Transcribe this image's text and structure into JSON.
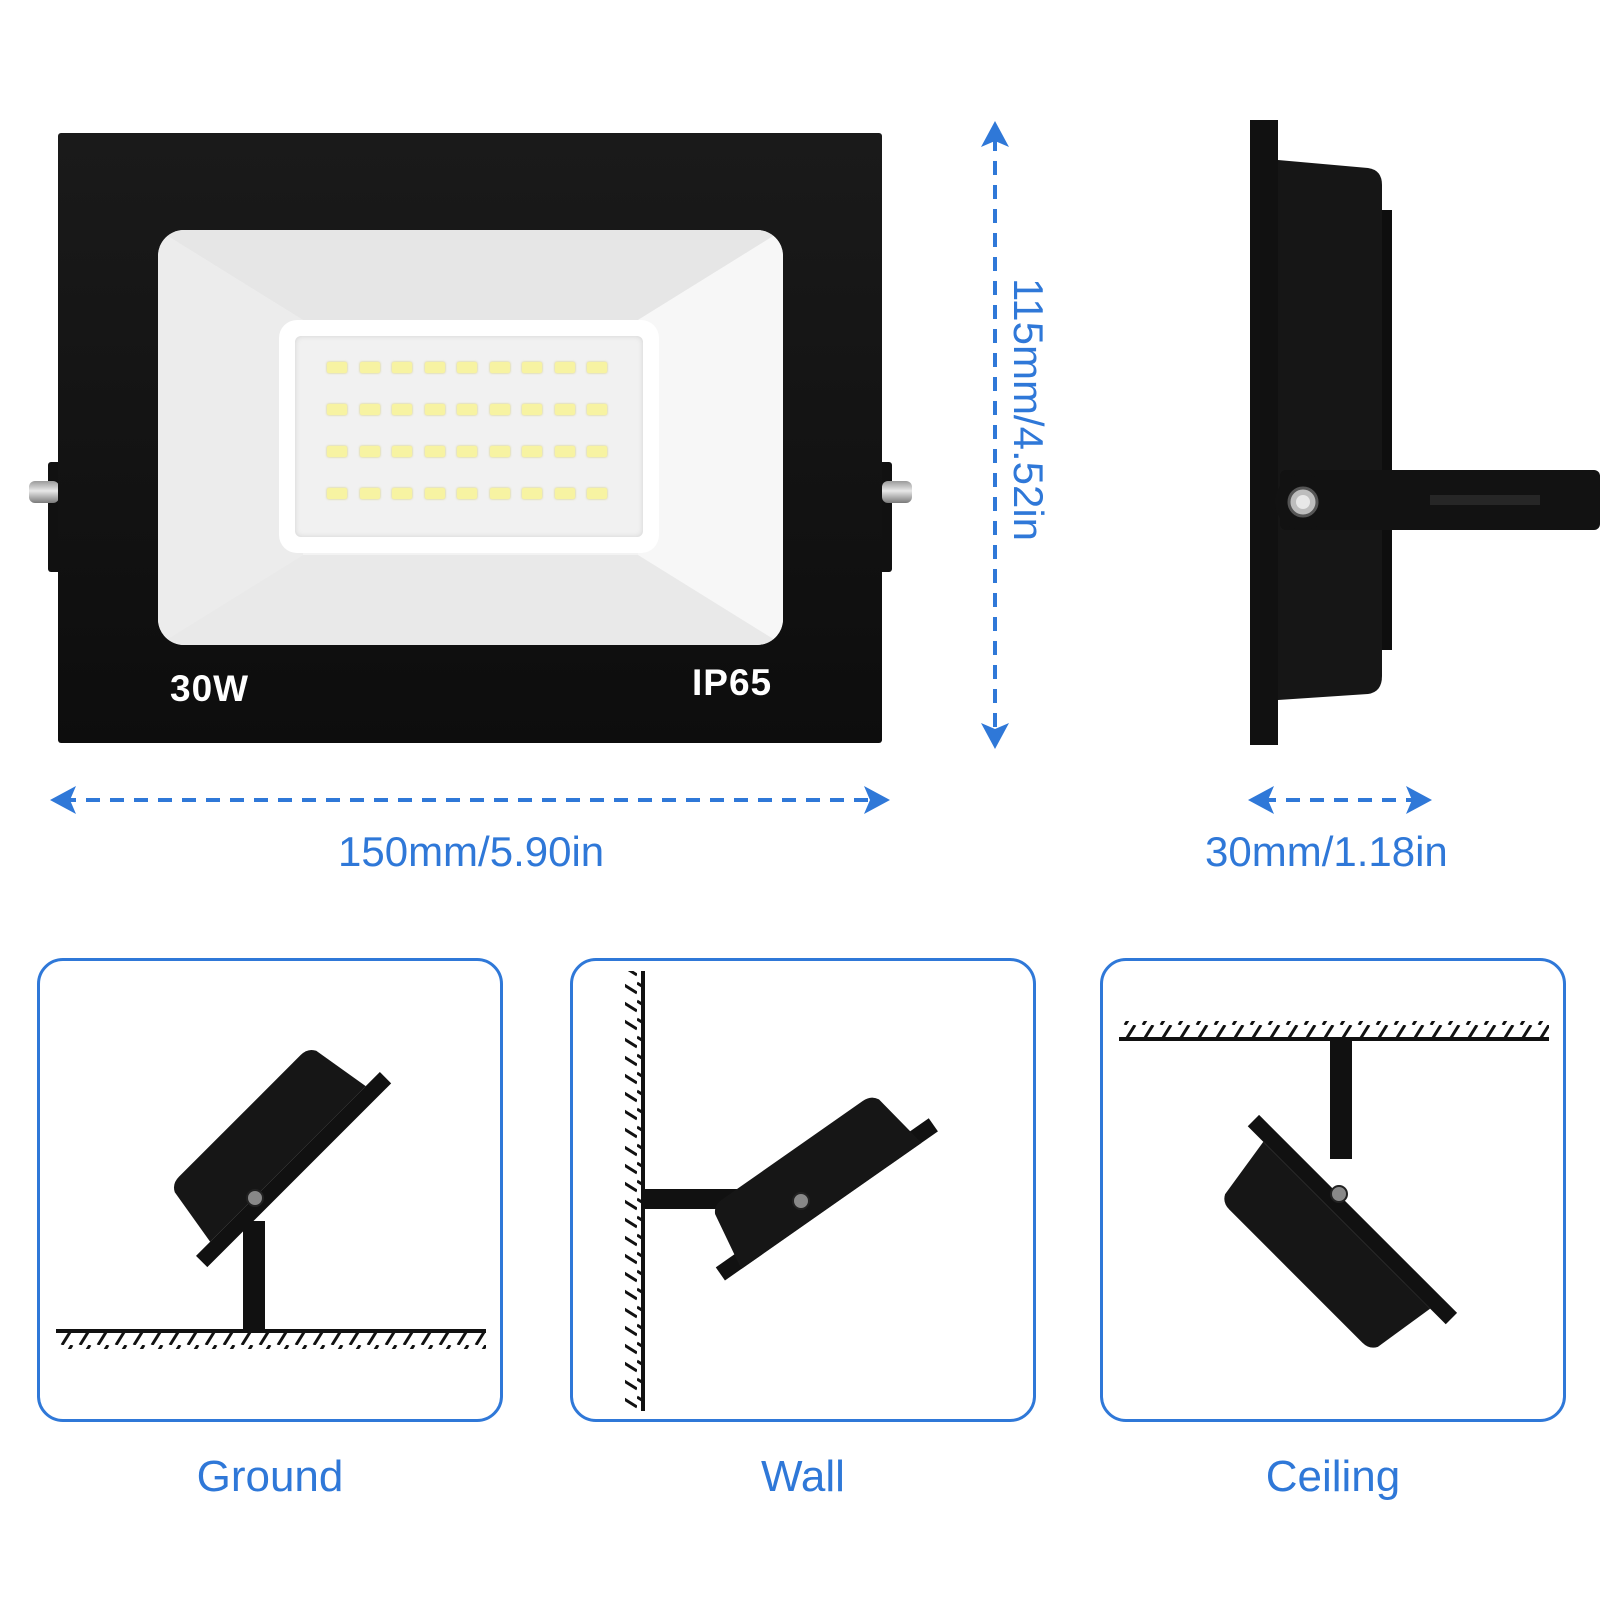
{
  "front_view": {
    "wattage_label": "30W",
    "ip_label": "IP65",
    "led_rows": 4,
    "led_columns": 9
  },
  "dimensions": {
    "width": "150mm/5.90in",
    "height": "115mm/4.52in",
    "depth": "30mm/1.18in"
  },
  "mounting": {
    "ground_label": "Ground",
    "wall_label": "Wall",
    "ceiling_label": "Ceiling"
  },
  "colors": {
    "accent": "#2f78d8",
    "housing": "#111111",
    "led": "#f7f3a2",
    "lens": "#f3f3f3"
  }
}
